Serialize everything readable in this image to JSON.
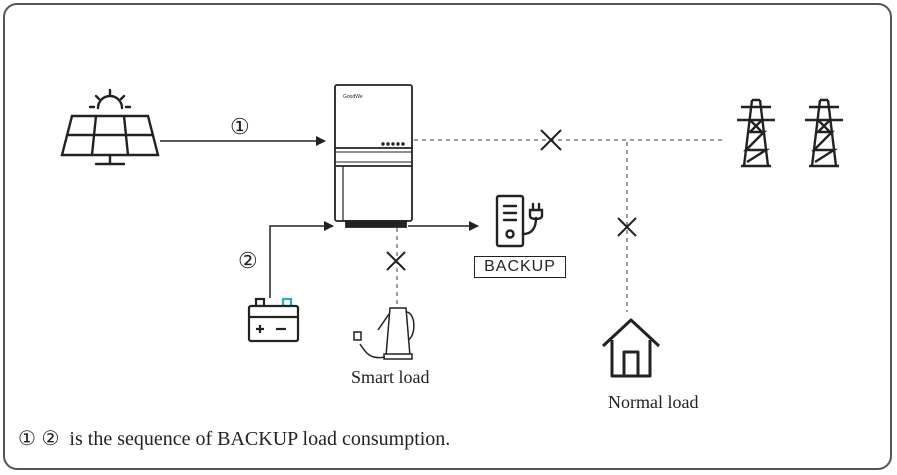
{
  "steps": {
    "one": "①",
    "two": "②"
  },
  "labels": {
    "backup": "BACKUP",
    "smart_load": "Smart load",
    "normal_load": "Normal load"
  },
  "caption": {
    "marks": "① ②",
    "text": "is the sequence of BACKUP load consumption."
  },
  "inverter": {
    "brand": "GoodWe"
  },
  "battery": {
    "symbols": "+−"
  },
  "colors": {
    "line": "#222222",
    "dashed": "#666666",
    "battery_accent": "#2aa8d8"
  },
  "icons": [
    "solar-panel-icon",
    "inverter-icon",
    "backup-charger-icon",
    "battery-icon",
    "kettle-icon",
    "house-icon",
    "pylon-icon",
    "disconnect-icon"
  ]
}
